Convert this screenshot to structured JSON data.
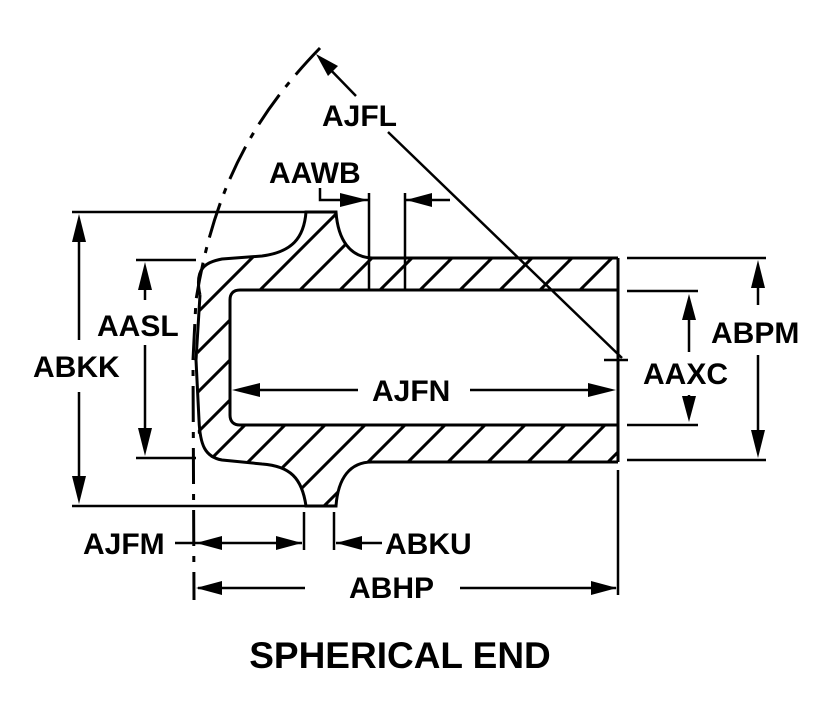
{
  "figure": {
    "title": "SPHERICAL END",
    "colors": {
      "ink": "#000000",
      "background": "#ffffff"
    },
    "labels": {
      "ajfl": "AJFL",
      "aawb": "AAWB",
      "aasl": "AASL",
      "abkk": "ABKK",
      "ajfn": "AJFN",
      "aaxc": "AAXC",
      "abpm": "ABPM",
      "ajfm": "AJFM",
      "abku": "ABKU",
      "abhp": "ABHP"
    }
  }
}
